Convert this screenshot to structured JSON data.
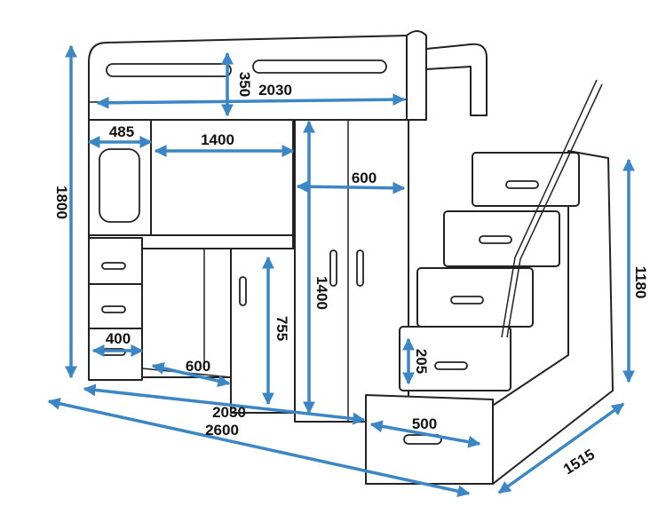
{
  "diagram": {
    "accent_color": "#3b86c4",
    "outline_color": "#222222",
    "dimensions": {
      "bed_rail_height": "350",
      "bed_length": "2030",
      "left_panel_width": "485",
      "desk_opening_width": "1400",
      "wardrobe_depth": "600",
      "total_height": "1800",
      "wardrobe_height": "1400",
      "desk_height": "755",
      "drawer_width": "400",
      "desk_depth": "600",
      "base_length": "2030",
      "total_length": "2600",
      "stairs_height": "1180",
      "step_height": "205",
      "step_width": "500",
      "total_depth": "1515"
    }
  }
}
